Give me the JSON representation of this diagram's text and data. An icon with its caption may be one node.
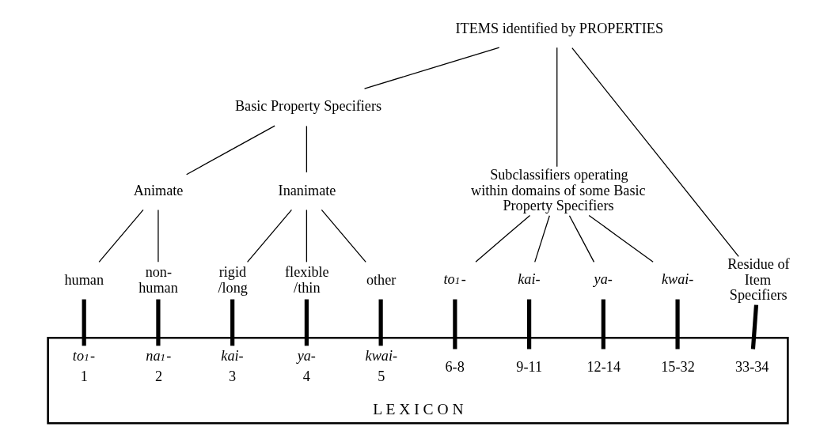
{
  "diagram": {
    "nodes": [
      {
        "text": [
          "ITEMS identified by PROPERTIES"
        ]
      },
      {
        "text": [
          "Basic Property Specifiers"
        ]
      },
      {
        "text": [
          "Subclassifiers operating within domains of some Basic Property Specifiers"
        ]
      },
      {
        "text": [
          "Residue of Item Specifiers"
        ]
      },
      {
        "text": [
          "Animate"
        ]
      },
      {
        "text": [
          "Inanimate"
        ]
      },
      {
        "text": [
          "human"
        ]
      },
      {
        "text": [
          "non- human"
        ]
      },
      {
        "text": [
          "rigid /long"
        ]
      },
      {
        "text": [
          "flexible /thin"
        ]
      },
      {
        "text": [
          "other"
        ]
      },
      {
        "text": [
          "to$_{1}$-"
        ]
      },
      {
        "text": [
          "kai-"
        ]
      },
      {
        "text": [
          "ya-"
        ]
      },
      {
        "text": [
          "kwai-"
        ]
      },
      {
        "text": [
          "L E X I C O N"
        ]
      },
      {
        "text": [
          "to$_{1}$-",
          "1"
        ],
        "in": 15
      },
      {
        "text": [
          "na$_{1}$-",
          "2"
        ],
        "in": 15
      },
      {
        "text": [
          "kai-",
          "3"
        ],
        "in": 15
      },
      {
        "text": [
          "ya-",
          "4"
        ],
        "in": 15
      },
      {
        "text": [
          "kwai-",
          "5"
        ],
        "in": 15
      },
      {
        "text": [
          "6-8"
        ],
        "in": 15
      },
      {
        "text": [
          "9-11"
        ],
        "in": 15
      },
      {
        "text": [
          "12-14"
        ],
        "in": 15
      },
      {
        "text": [
          "15-32"
        ],
        "in": 15
      },
      {
        "text": [
          "33-34"
        ],
        "in": 15
      }
    ],
    "edges": [
      {
        "from": 0,
        "to": 1,
        "arrow": "none"
      },
      {
        "from": 0,
        "to": 2,
        "arrow": "none"
      },
      {
        "from": 0,
        "to": 3,
        "arrow": "none"
      },
      {
        "from": 1,
        "to": 4,
        "arrow": "none"
      },
      {
        "from": 1,
        "to": 5,
        "arrow": "none"
      },
      {
        "from": 4,
        "to": 6,
        "arrow": "none"
      },
      {
        "from": 4,
        "to": 7,
        "arrow": "none"
      },
      {
        "from": 5,
        "to": 8,
        "arrow": "none"
      },
      {
        "from": 5,
        "to": 9,
        "arrow": "none"
      },
      {
        "from": 5,
        "to": 10,
        "arrow": "none"
      },
      {
        "from": 2,
        "to": 11,
        "arrow": "none"
      },
      {
        "from": 2,
        "to": 12,
        "arrow": "none"
      },
      {
        "from": 2,
        "to": 13,
        "arrow": "none"
      },
      {
        "from": 2,
        "to": 14,
        "arrow": "none"
      },
      {
        "from": 6,
        "to": 16,
        "arrow": "none",
        "style": "thick"
      },
      {
        "from": 7,
        "to": 17,
        "arrow": "none",
        "style": "thick"
      },
      {
        "from": 8,
        "to": 18,
        "arrow": "none",
        "style": "thick"
      },
      {
        "from": 9,
        "to": 19,
        "arrow": "none",
        "style": "thick"
      },
      {
        "from": 10,
        "to": 20,
        "arrow": "none",
        "style": "thick"
      },
      {
        "from": 11,
        "to": 21,
        "arrow": "none",
        "style": "thick"
      },
      {
        "from": 12,
        "to": 22,
        "arrow": "none",
        "style": "thick"
      },
      {
        "from": 13,
        "to": 23,
        "arrow": "none",
        "style": "thick"
      },
      {
        "from": 14,
        "to": 24,
        "arrow": "none",
        "style": "thick"
      },
      {
        "from": 3,
        "to": 25,
        "arrow": "none",
        "style": "thick"
      }
    ]
  }
}
